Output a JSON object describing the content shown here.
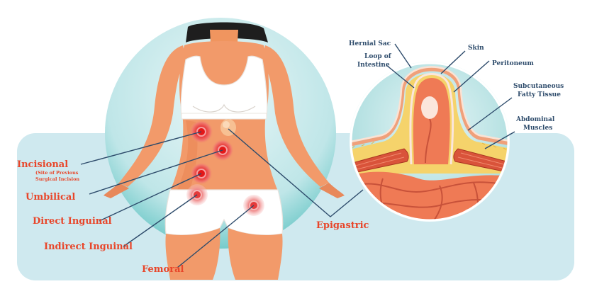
{
  "hernia_types": {
    "incisional": "Incisional",
    "incisional_note_1": "(Site of Previous",
    "incisional_note_2": "Surgical Incision",
    "umbilical": "Umbilical",
    "direct_inguinal": "Direct Inguinal",
    "indirect_inguinal": "Indirect Inguinal",
    "femoral": "Femoral",
    "epigastric": "Epigastric"
  },
  "anatomy": {
    "hernial_sac": "Hernial Sac",
    "loop_line1": "Loop of",
    "loop_line2": "Intestine",
    "skin": "Skin",
    "peritoneum": "Peritoneum",
    "subcut_line1": "Subcutaneous",
    "subcut_line2": "Fatty Tissue",
    "abdominal_line1": "Abdominal",
    "abdominal_line2": "Muscles"
  },
  "colors": {
    "label_red": "#e8462a",
    "label_blue": "#2d4b6b",
    "skin_tone": "#f29a6a",
    "background_band": "#cfe9ef",
    "circle_fill": "#8fd0d3"
  }
}
